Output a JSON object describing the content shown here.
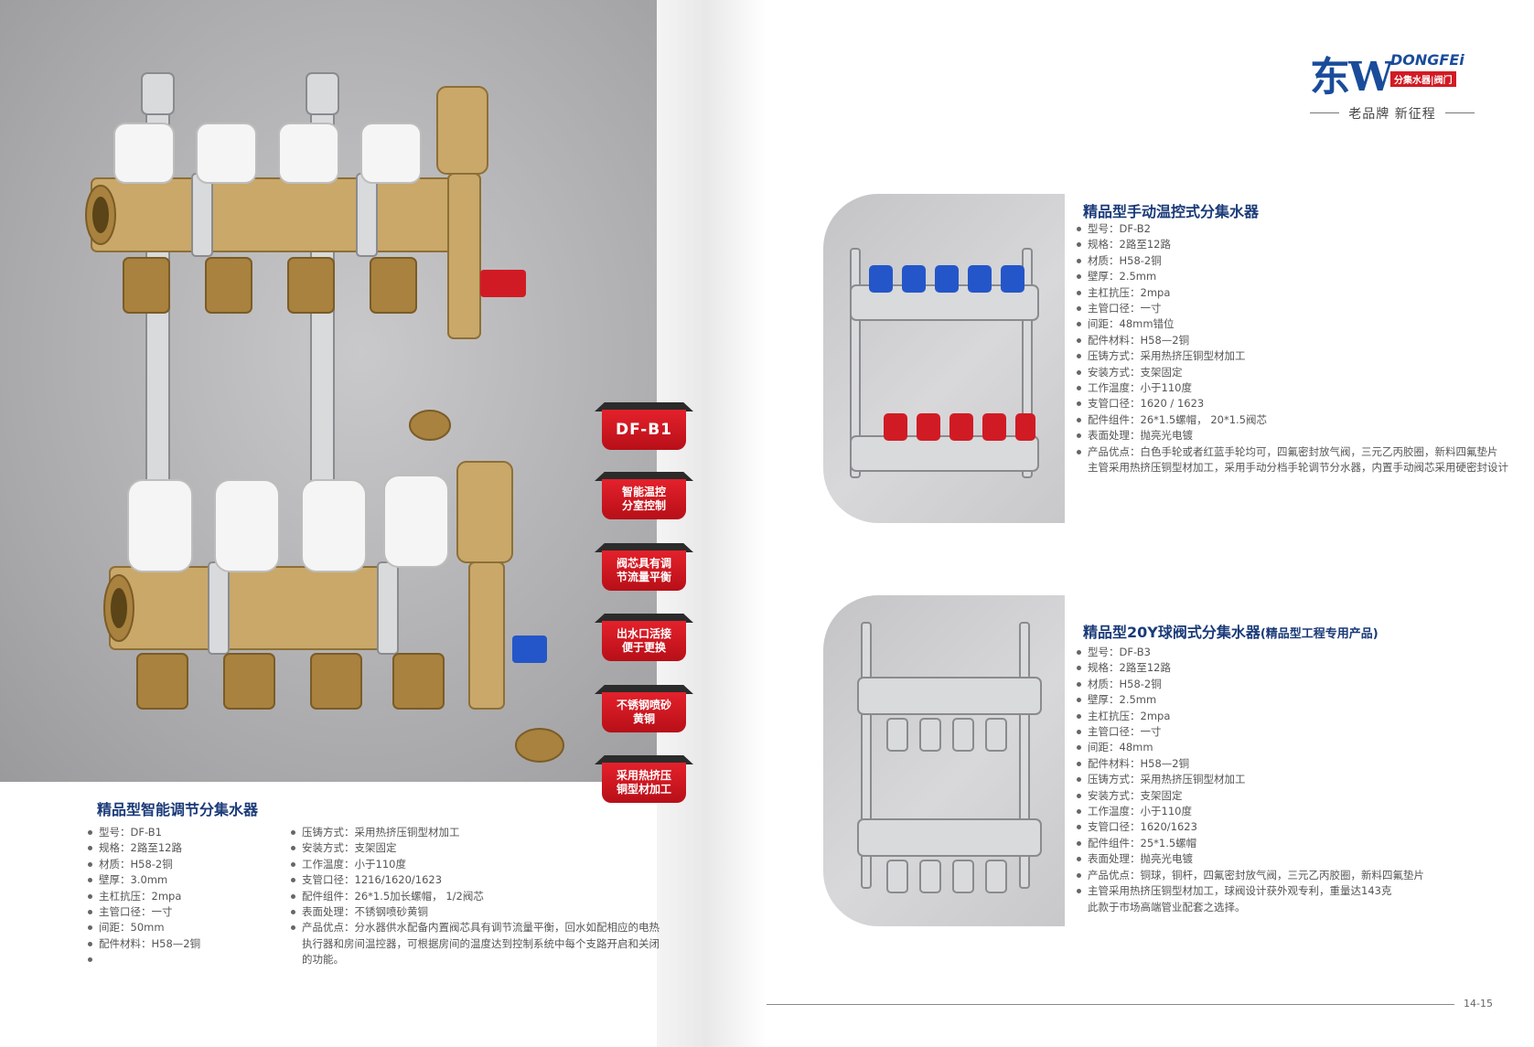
{
  "brand": {
    "logo_cn": "东W",
    "logo_en": "DONGFEi",
    "logo_tagline": "分集水器|阀门",
    "slogan": "老品牌 新征程"
  },
  "left": {
    "tags": [
      "DF-B1",
      "智能温控\n分室控制",
      "阀芯具有调\n节流量平衡",
      "出水口活接\n便于更换",
      "不锈钢喷砂\n黄铜",
      "采用热挤压\n铜型材加工"
    ],
    "title": "精品型智能调节分集水器",
    "specs_col1": [
      "型号：DF-B1",
      "规格：2路至12路",
      "材质：H58-2铜",
      "壁厚：3.0mm",
      "主杠抗压：2mpa",
      "主管口径：一寸",
      "间距：50mm",
      "配件材料：H58—2铜",
      ""
    ],
    "specs_col2": [
      "压铸方式：采用热挤压铜型材加工",
      "安装方式：支架固定",
      "工作温度：小于110度",
      "支管口径：1216/1620/1623",
      "配件组件：26*1.5加长螺帽， 1/2阀芯",
      "表面处理：不锈钢喷砂黄铜",
      "产品优点：分水器供水配备内置阀芯具有调节流量平衡，回水如配相应的电热执行器和房间温控器，可根据房间的温度达到控制系统中每个支路开启和关闭的功能。"
    ]
  },
  "right": {
    "product1": {
      "title": "精品型手动温控式分集水器",
      "specs": [
        "型号：DF-B2",
        "规格：2路至12路",
        "材质：H58-2铜",
        "壁厚：2.5mm",
        "主杠抗压：2mpa",
        "主管口径：一寸",
        "间距：48mm错位",
        "配件材料：H58—2铜",
        "压铸方式：采用热挤压铜型材加工",
        "安装方式：支架固定",
        "工作温度：小于110度",
        "支管口径：1620 / 1623",
        "配件组件：26*1.5螺帽， 20*1.5阀芯",
        "表面处理：抛亮光电镀",
        "产品优点：白色手轮或者红蓝手轮均可，四氟密封放气阀，三元乙丙胶圈，新料四氟垫片"
      ],
      "specs_cont": "主管采用热挤压铜型材加工，采用手动分档手轮调节分水器，内置手动阀芯采用硬密封设计"
    },
    "product2": {
      "title_main": "精品型20Y球阀式分集水器",
      "title_sub": "(精品型工程专用产品)",
      "specs": [
        "型号：DF-B3",
        "规格：2路至12路",
        "材质：H58-2铜",
        "壁厚：2.5mm",
        "主杠抗压：2mpa",
        "主管口径：一寸",
        "间距：48mm",
        "配件材料：H58—2铜",
        "压铸方式：采用热挤压铜型材加工",
        "安装方式：支架固定",
        "工作温度：小于110度",
        "支管口径：1620/1623",
        "配件组件：25*1.5螺帽",
        "表面处理：抛亮光电镀",
        "产品优点：铜球，铜杆，四氟密封放气阀，三元乙丙胶圈，新料四氟垫片",
        "主管采用热挤压铜型材加工，球阀设计获外观专利，重量达143克"
      ],
      "specs_cont": "此款于市场高端管业配套之选择。"
    },
    "page_number": "14-15"
  }
}
